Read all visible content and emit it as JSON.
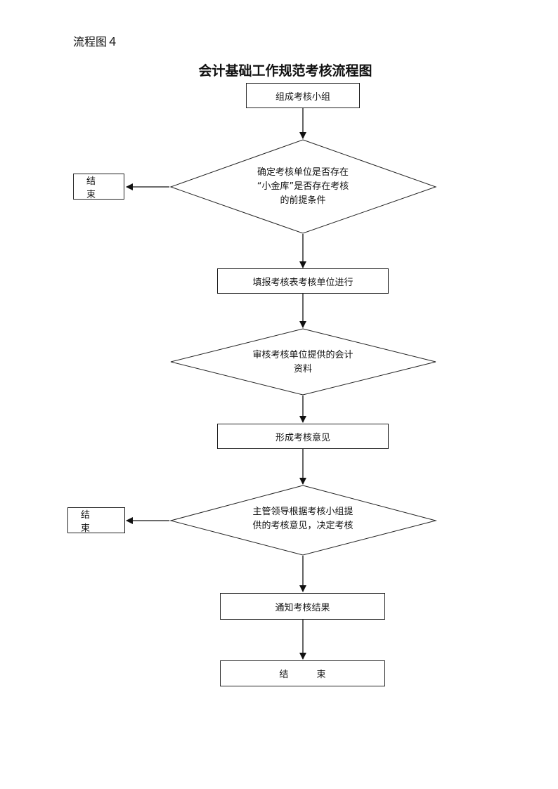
{
  "doc_label": "流程图４",
  "title": "会计基础工作规范考核流程图",
  "steps": {
    "form_group": "组成考核小组",
    "decision_1": [
      "确定考核单位是否存在",
      "“小金库”是否存在考核",
      "的前提条件"
    ],
    "fill_form": "填报考核表考核单位进行",
    "decision_2": [
      "审核考核单位提供的会计",
      "资料"
    ],
    "form_opinion": "形成考核意见",
    "decision_3": [
      "主管领导根据考核小组提",
      "供的考核意见，决定考核"
    ],
    "notify": "通知考核结果",
    "end_final": "结 束"
  },
  "end_1": "结 束",
  "end_2": "结 束"
}
